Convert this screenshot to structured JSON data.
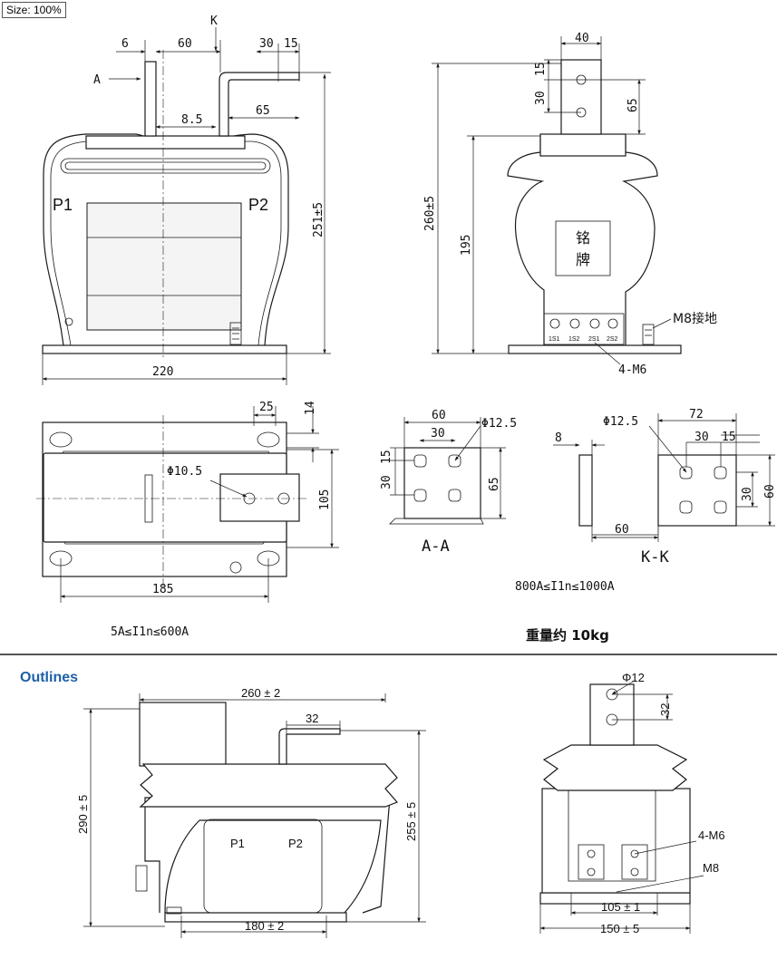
{
  "viewer": {
    "zoom_label": "Size: 100%"
  },
  "top_drawing": {
    "front_view": {
      "dims": {
        "d6": "6",
        "d60": "60",
        "k_mark": "K",
        "d30": "30",
        "d15": "15",
        "a_mark": "A",
        "d8_5": "8.5",
        "d65": "65",
        "d251": "251±5",
        "d220": "220"
      },
      "labels": {
        "p1": "P1",
        "p2": "P2"
      }
    },
    "side_view": {
      "dims": {
        "d40": "40",
        "d15": "15",
        "d30": "30",
        "d65": "65",
        "d260": "260±5",
        "d195": "195"
      },
      "nameplate": {
        "line1": "铭",
        "line2": "牌"
      },
      "terminals": [
        "1S1",
        "1S2",
        "2S1",
        "2S2"
      ],
      "callouts": {
        "ground": "M8接地",
        "m6": "4-M6"
      }
    },
    "plan_view": {
      "dims": {
        "d25": "25",
        "d14": "14",
        "hole": "Φ10.5",
        "d105": "105",
        "d185": "185"
      },
      "rating": "5A≤I1n≤600A"
    },
    "section_aa": {
      "dims": {
        "d60": "60",
        "d30": "30",
        "hole": "Φ12.5",
        "d15": "15",
        "d30v": "30",
        "d65": "65"
      },
      "title": "A-A"
    },
    "section_kk": {
      "dims": {
        "hole": "Φ12.5",
        "d72": "72",
        "d8": "8",
        "d30": "30",
        "d15": "15",
        "d30v": "30",
        "d60v": "60",
        "d60": "60"
      },
      "title": "K-K",
      "rating": "800A≤I1n≤1000A"
    },
    "weight": "重量约 10kg"
  },
  "outlines": {
    "title": "Outlines",
    "front": {
      "dims": {
        "d260": "260 ± 2",
        "d32": "32",
        "d290": "290 ± 5",
        "d255": "255 ± 5",
        "d180": "180 ± 2"
      },
      "labels": {
        "p1": "P1",
        "p2": "P2"
      }
    },
    "side": {
      "dims": {
        "hole": "Φ12",
        "d32": "32",
        "d105": "105 ± 1",
        "d150": "150 ± 5"
      },
      "callouts": {
        "m6": "4-M6",
        "m8": "M8"
      }
    }
  },
  "colors": {
    "accent": "#1f5fa8",
    "line": "#1a1a1a",
    "background": "#ffffff"
  }
}
